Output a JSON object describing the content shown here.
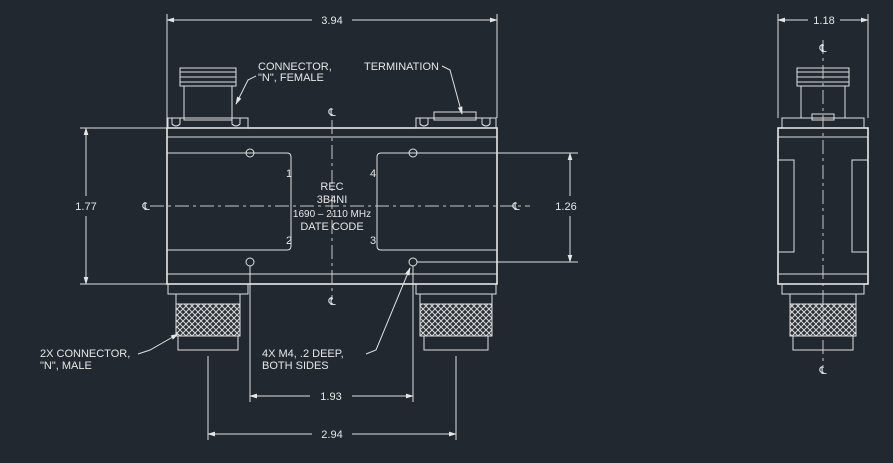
{
  "dimensions": {
    "overall_width": "3.94",
    "side_width": "1.18",
    "height": "1.77",
    "port_spacing_vertical": "1.26",
    "mount_hole_spacing": "1.93",
    "connector_spacing": "2.94"
  },
  "labels": {
    "connector_female_line1": "CONNECTOR,",
    "connector_female_line2": "\"N\", FEMALE",
    "termination": "TERMINATION",
    "connector_male_line1": "2X  CONNECTOR,",
    "connector_male_line2": "\"N\", MALE",
    "holes_line1": "4X  M4, .2 DEEP,",
    "holes_line2": "BOTH SIDES"
  },
  "body_text": {
    "line1": "REC",
    "line2": "3B4NI",
    "line3": "1690 – 2110 MHz",
    "line4": "DATE CODE"
  },
  "ports": {
    "p1": "1",
    "p2": "2",
    "p3": "3",
    "p4": "4"
  },
  "centerline_symbol": "℄",
  "colors": {
    "background": "#212830",
    "lines": "#e0e0e0"
  }
}
